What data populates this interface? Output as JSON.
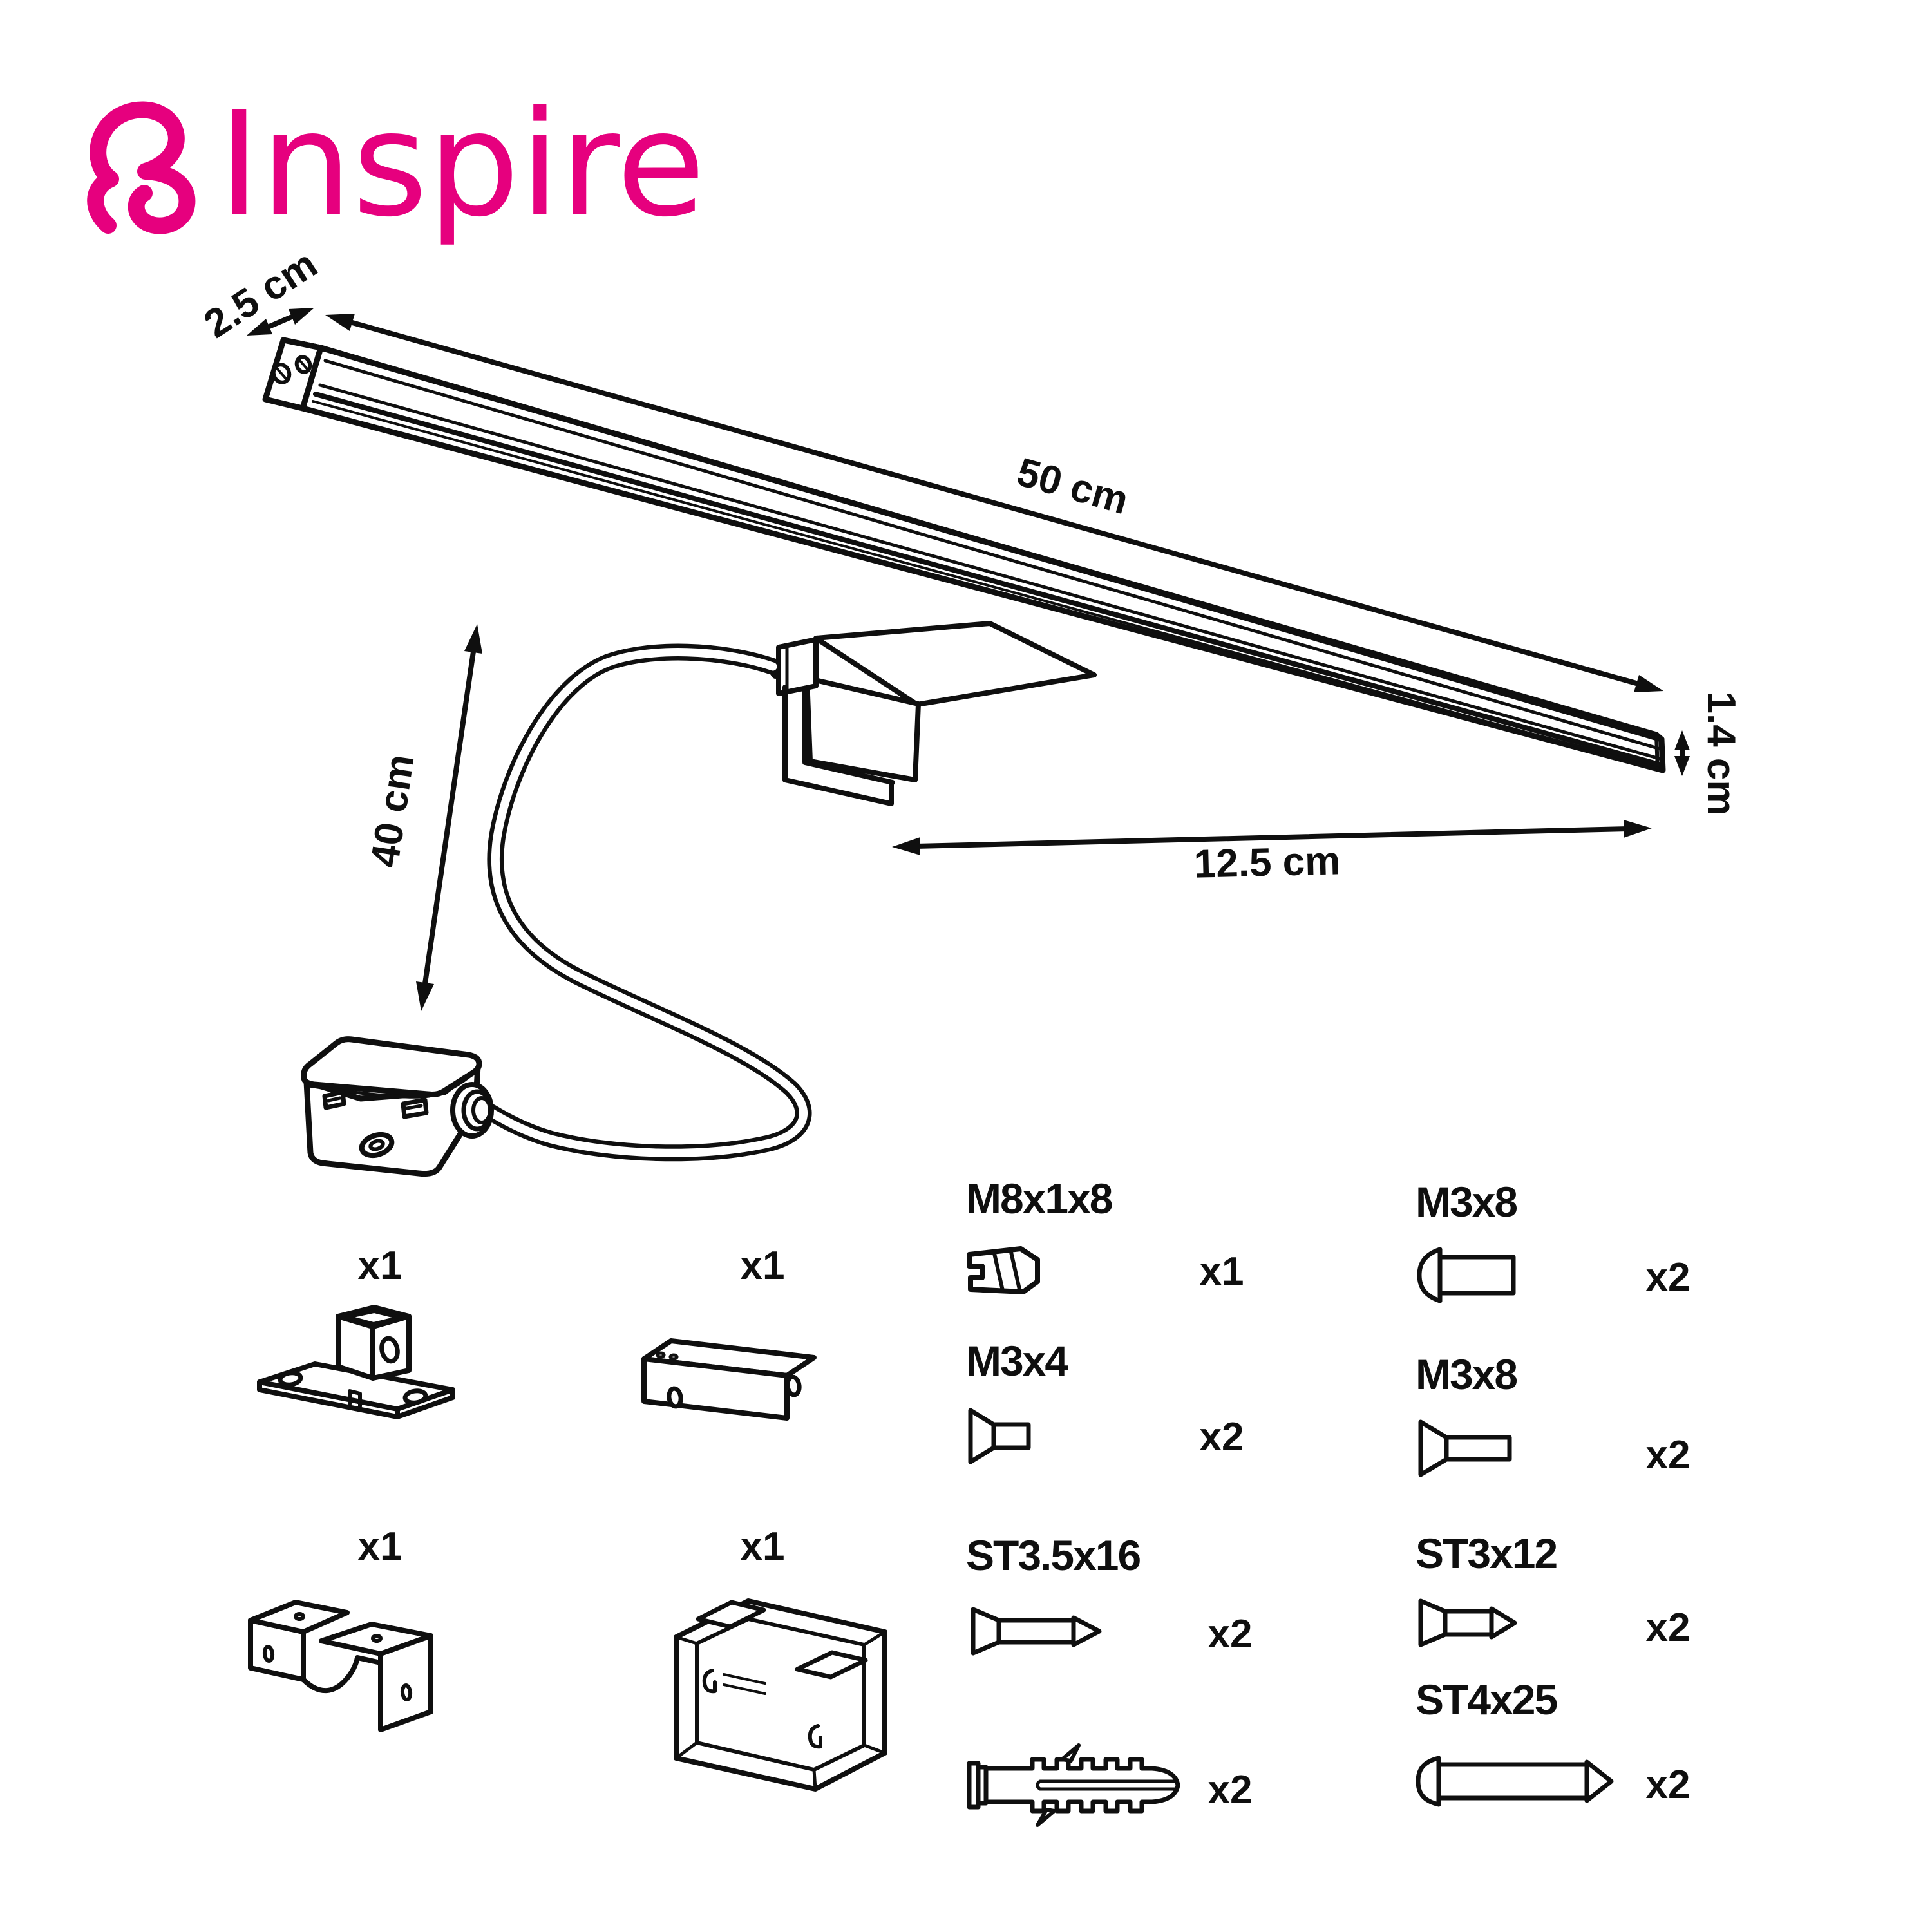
{
  "brand": {
    "name": "Inspire",
    "color": "#E6007E"
  },
  "dimensions": {
    "depth": "2.5 cm",
    "length": "50 cm",
    "cable_length": "40 cm",
    "height": "1.4 cm",
    "arm_depth": "12.5 cm"
  },
  "parts": {
    "mounts": [
      {
        "name": "pedestal-bracket",
        "qty": "x1"
      },
      {
        "name": "l-bracket",
        "qty": "x1"
      },
      {
        "name": "stepped-bracket",
        "qty": "x1"
      },
      {
        "name": "cover-box",
        "qty": "x1"
      }
    ],
    "fasteners": {
      "m8x1x8": {
        "label": "M8x1x8",
        "qty": "x1"
      },
      "m3x8_pan": {
        "label": "M3x8",
        "qty": "x2"
      },
      "m3x4": {
        "label": "M3x4",
        "qty": "x2"
      },
      "m3x8_csk": {
        "label": "M3x8",
        "qty": "x2"
      },
      "st3_5x16": {
        "label": "ST3.5x16",
        "qty": "x2"
      },
      "st3x12": {
        "label": "ST3x12",
        "qty": "x2"
      },
      "wall_plug": {
        "qty": "x2"
      },
      "st4x25": {
        "label": "ST4x25",
        "qty": "x2"
      }
    }
  }
}
